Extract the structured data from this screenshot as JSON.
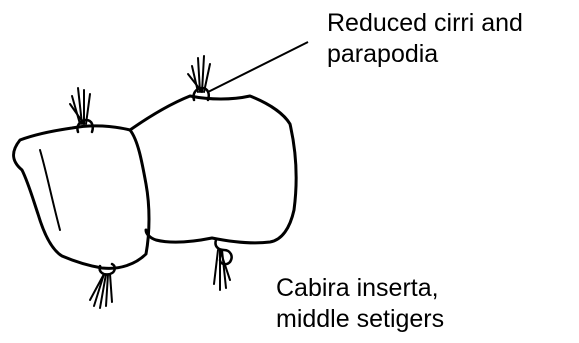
{
  "annotation": {
    "line1": "Reduced cirri and",
    "line2": "parapodia"
  },
  "caption": {
    "line1": "Cabira inserta,",
    "line2": "middle setigers"
  },
  "colors": {
    "ink": "#000000",
    "background": "#ffffff"
  }
}
